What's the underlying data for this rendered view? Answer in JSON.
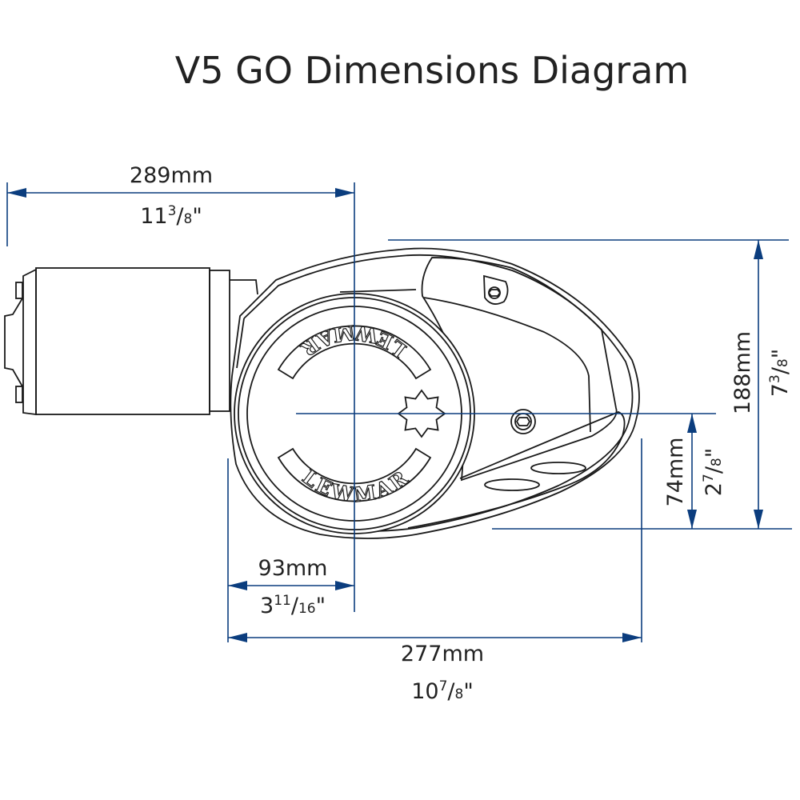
{
  "title": "V5 GO Dimensions Diagram",
  "logo_text": "LEWMAR",
  "colors": {
    "dimension": "#0b3d7e",
    "outline": "#1a1a1a",
    "text": "#222222"
  },
  "dimensions": {
    "overall_length": {
      "metric": "289mm",
      "whole": "11",
      "num": "3",
      "sep": "/",
      "den": "8",
      "unit": "\""
    },
    "height": {
      "metric": "188mm",
      "whole": "7",
      "num": "3",
      "sep": "/",
      "den": "8",
      "unit": "\""
    },
    "center_height": {
      "metric": "74mm",
      "whole": "2",
      "num": "7",
      "sep": "/",
      "den": "8",
      "unit": "\""
    },
    "drum_offset": {
      "metric": "93mm",
      "whole": "3",
      "num": "11",
      "sep": "/",
      "den": "16",
      "unit": "\""
    },
    "base_length": {
      "metric": "277mm",
      "whole": "10",
      "num": "7",
      "sep": "/",
      "den": "8",
      "unit": "\""
    }
  }
}
